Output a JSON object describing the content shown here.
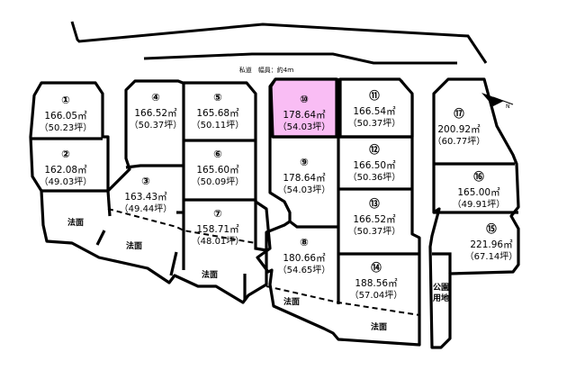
{
  "road_label": "私道　幅員：約4ｍ",
  "slope_label": "法面",
  "park_label": [
    "公園",
    "用地"
  ],
  "highlight_color": "#f9bdf4",
  "north_arrow": "north-arrow-icon",
  "lots": [
    {
      "no": "①",
      "area": "166.05㎡",
      "tsubo": "（50.23坪）"
    },
    {
      "no": "②",
      "area": "162.08㎡",
      "tsubo": "（49.03坪）"
    },
    {
      "no": "③",
      "area": "163.43㎡",
      "tsubo": "（49.44坪）"
    },
    {
      "no": "④",
      "area": "166.52㎡",
      "tsubo": "（50.37坪）"
    },
    {
      "no": "⑤",
      "area": "165.68㎡",
      "tsubo": "（50.11坪）"
    },
    {
      "no": "⑥",
      "area": "165.60㎡",
      "tsubo": "（50.09坪）"
    },
    {
      "no": "⑦",
      "area": "158.71㎡",
      "tsubo": "（48.01坪）"
    },
    {
      "no": "⑧",
      "area": "180.66㎡",
      "tsubo": "（54.65坪）"
    },
    {
      "no": "⑨",
      "area": "178.64㎡",
      "tsubo": "（54.03坪）"
    },
    {
      "no": "⑩",
      "area": "178.64㎡",
      "tsubo": "（54.03坪）",
      "selected": true
    },
    {
      "no": "⑪",
      "area": "166.54㎡",
      "tsubo": "（50.37坪）"
    },
    {
      "no": "⑫",
      "area": "166.50㎡",
      "tsubo": "（50.36坪）"
    },
    {
      "no": "⑬",
      "area": "166.52㎡",
      "tsubo": "（50.37坪）"
    },
    {
      "no": "⑭",
      "area": "188.56㎡",
      "tsubo": "（57.04坪）"
    },
    {
      "no": "⑮",
      "area": "221.96㎡",
      "tsubo": "（67.14坪）"
    },
    {
      "no": "⑯",
      "area": "165.00㎡",
      "tsubo": "（49.91坪）"
    },
    {
      "no": "⑰",
      "area": "200.92㎡",
      "tsubo": "（60.77坪）"
    }
  ]
}
